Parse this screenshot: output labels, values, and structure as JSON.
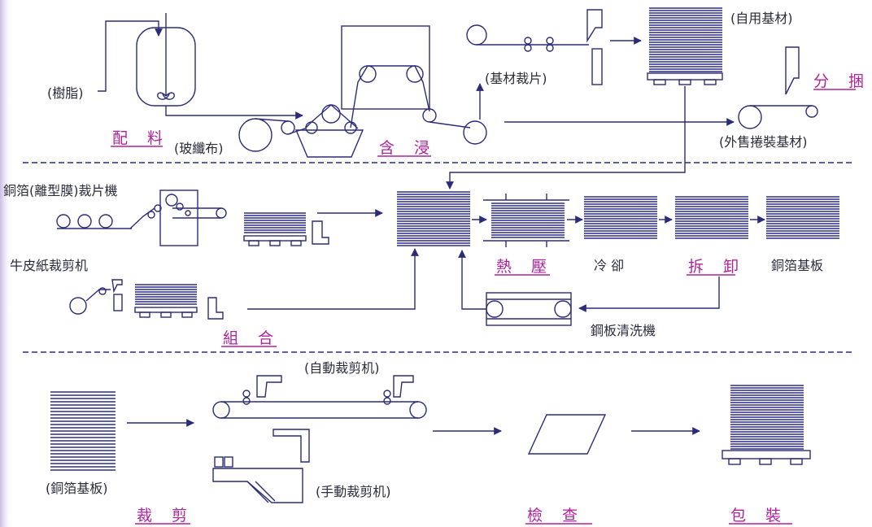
{
  "colors": {
    "line": "#2c2c7a",
    "stack": "#2a2a8c",
    "step_label": "#b0229c",
    "text": "#2b2b3c"
  },
  "steps": {
    "mixing": "配 料",
    "impregnation": "含 浸",
    "bundling": "分 捆",
    "assembly": "組 合",
    "hot_press": "熱 壓",
    "disassembly": "拆 卸",
    "cutting": "裁 剪",
    "inspection": "檢 查",
    "packaging": "包 裝"
  },
  "labels": {
    "resin": "(樹脂)",
    "glass_cloth": "(玻纖布)",
    "substrate_cutting": "(基材裁片)",
    "self_use_substrate": "(自用基材)",
    "rolled_substrate_sale": "(外售捲裝基材)",
    "copper_foil_cutter": "銅箔(離型膜)裁片機",
    "kraft_paper_cutter": "牛皮紙裁剪机",
    "cooling": "冷 卻",
    "ccl": "銅箔基板",
    "plate_cleaner": "鋼板清洗機",
    "auto_cutter": "(自動裁剪机)",
    "manual_cutter": "(手動裁剪机)",
    "ccl_input": "(銅箔基板)"
  }
}
